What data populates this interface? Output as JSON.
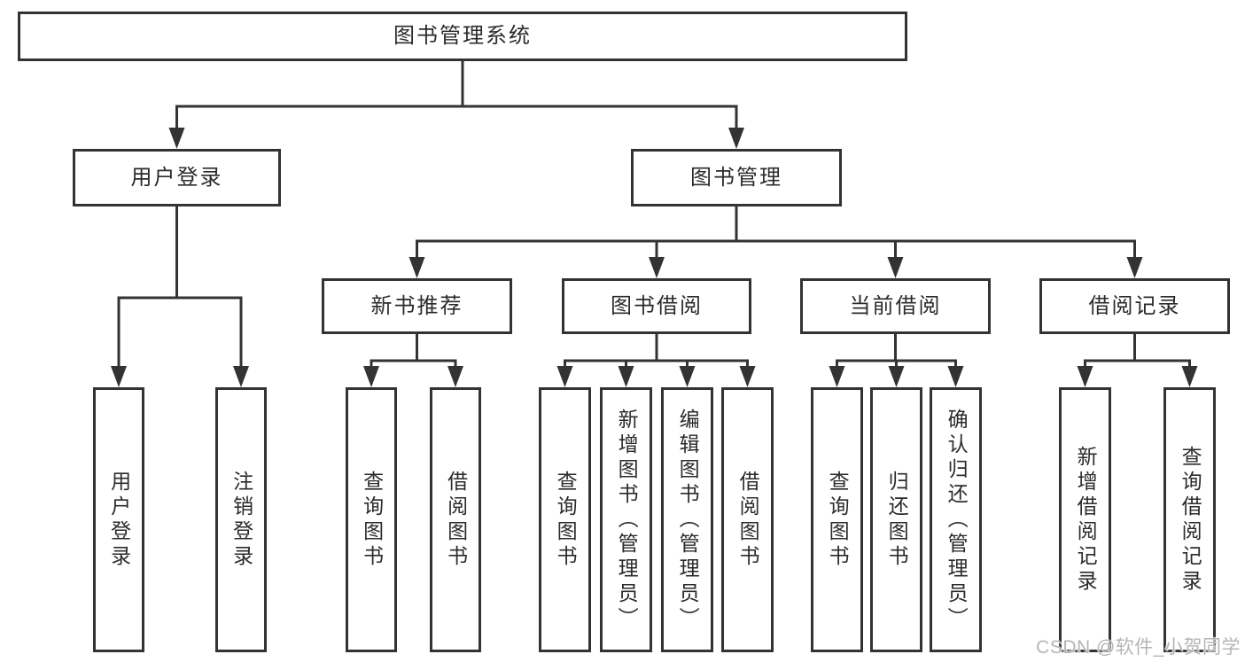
{
  "diagram": {
    "root": {
      "label": "图书管理系统"
    },
    "level1": [
      {
        "label": "用户登录"
      },
      {
        "label": "图书管理"
      }
    ],
    "level2": [
      {
        "label": "新书推荐"
      },
      {
        "label": "图书借阅"
      },
      {
        "label": "当前借阅"
      },
      {
        "label": "借阅记录"
      }
    ],
    "level3": {
      "user_login": [
        "用户登录",
        "注销登录"
      ],
      "new_book_recommend": [
        "查询图书",
        "借阅图书"
      ],
      "book_borrow": [
        "查询图书",
        "新增图书（管理员）",
        "编辑图书（管理员）",
        "借阅图书"
      ],
      "current_borrow": [
        "查询图书",
        "归还图书",
        "确认归还（管理员）"
      ],
      "borrow_record": [
        "新增借阅记录",
        "查询借阅记录"
      ]
    }
  },
  "watermark": "CSDN @软件_小贺同学",
  "colors": {
    "line": "#333333",
    "box_border": "#333333",
    "box_fill": "#ffffff",
    "text": "#2b2b2b",
    "watermark": "#b5b5b5",
    "background": "#ffffff"
  }
}
